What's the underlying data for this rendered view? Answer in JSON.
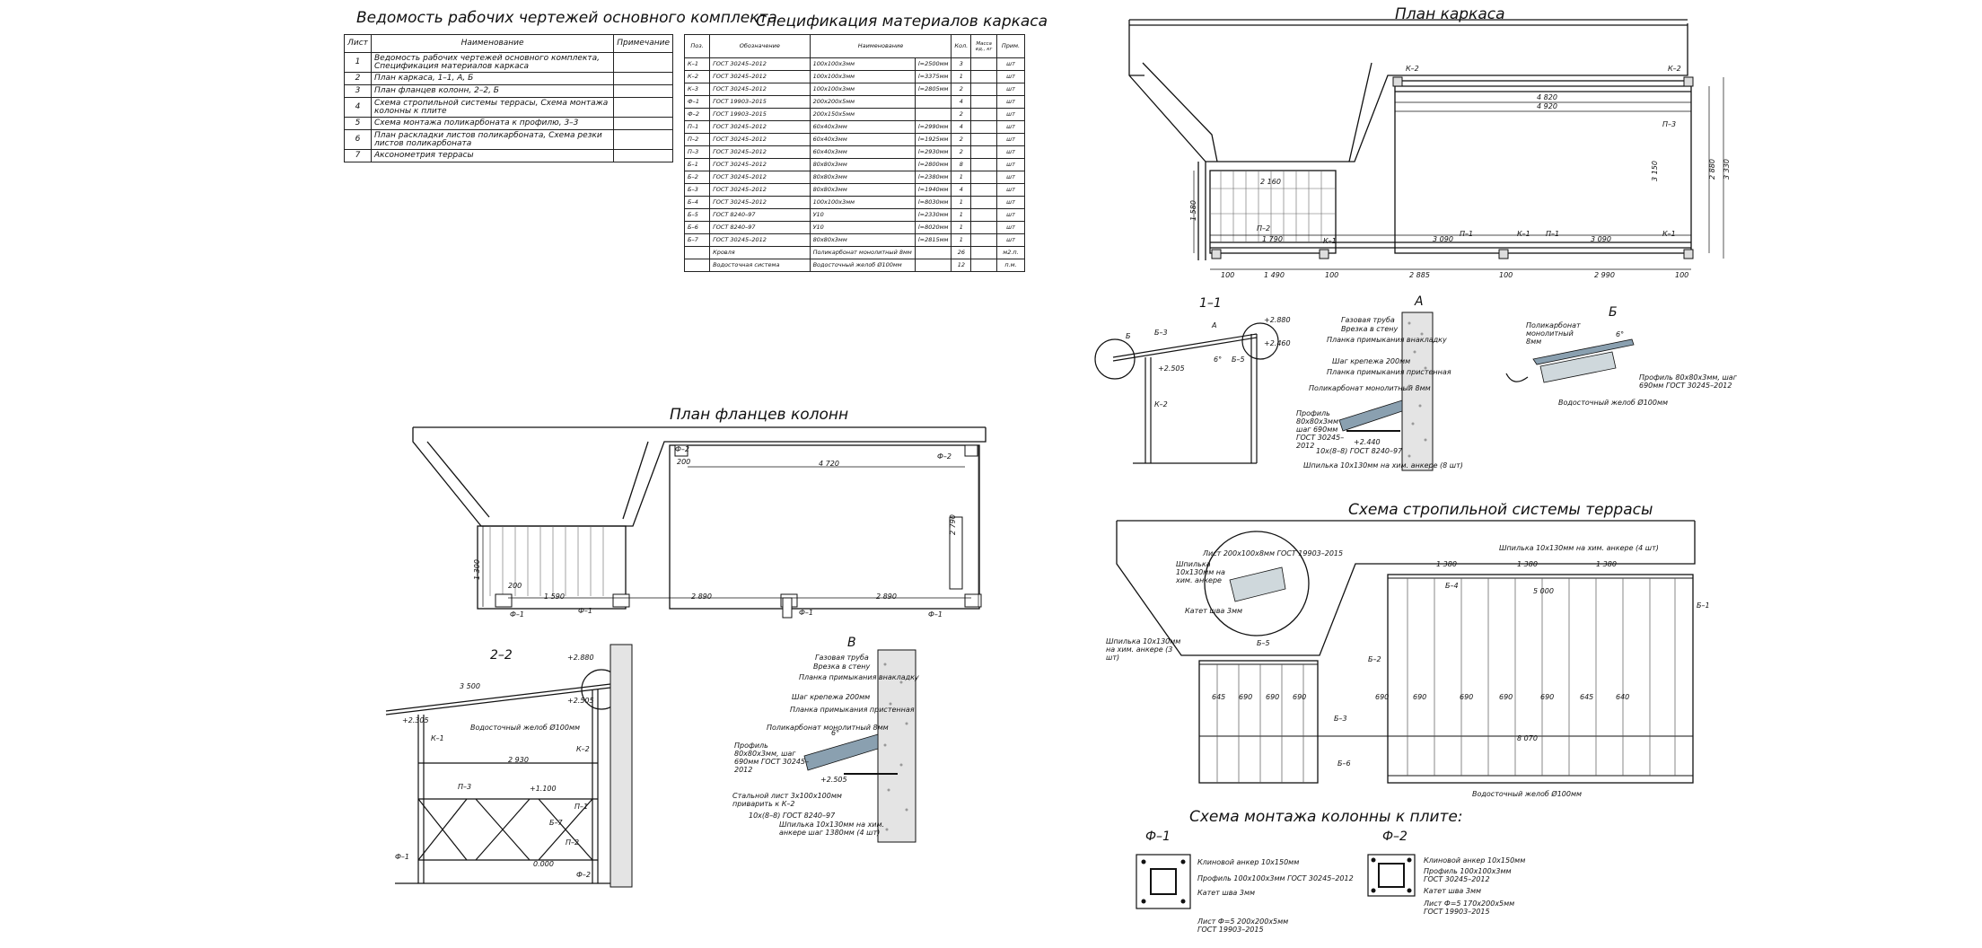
{
  "titles": {
    "drawings": "Ведомость рабочих чертежей основного комплекта",
    "spec": "Спецификация материалов каркаса",
    "frame_plan": "План каркаса",
    "flange_plan": "План фланцев колонн",
    "rafter": "Схема стропильной системы террасы",
    "mount": "Схема монтажа колонны к плите:"
  },
  "drawings_table": {
    "headers": [
      "Лист",
      "Наименование",
      "Примечание"
    ],
    "rows": [
      {
        "n": "1",
        "name": "Ведомость рабочих чертежей основного комплекта, Спецификация материалов каркаса",
        "note": ""
      },
      {
        "n": "2",
        "name": "План каркаса, 1–1, А, Б",
        "note": ""
      },
      {
        "n": "3",
        "name": "План фланцев колонн, 2–2, Б",
        "note": ""
      },
      {
        "n": "4",
        "name": "Схема стропильной системы террасы, Схема монтажа колонны к плите",
        "note": ""
      },
      {
        "n": "5",
        "name": "Схема монтажа поликарбоната к профилю, 3–3",
        "note": ""
      },
      {
        "n": "6",
        "name": "План раскладки листов поликарбоната, Схема резки листов поликарбоната",
        "note": ""
      },
      {
        "n": "7",
        "name": "Аксонометрия террасы",
        "note": ""
      }
    ]
  },
  "spec_table": {
    "headers": [
      "Поз.",
      "Обозначение",
      "Наименование",
      "Кол.",
      "Масса ед., кг",
      "Прим."
    ],
    "rows": [
      [
        "К–1",
        "ГОСТ 30245–2012",
        "100х100х3мм",
        "l=2500мм",
        "3",
        "",
        "шт"
      ],
      [
        "К–2",
        "ГОСТ 30245–2012",
        "100х100х3мм",
        "l=3375мм",
        "1",
        "",
        "шт"
      ],
      [
        "К–3",
        "ГОСТ 30245–2012",
        "100х100х3мм",
        "l=2805мм",
        "2",
        "",
        "шт"
      ],
      [
        "Ф–1",
        "ГОСТ 19903–2015",
        "200х200х5мм",
        "",
        "4",
        "",
        "шт"
      ],
      [
        "Ф–2",
        "ГОСТ 19903–2015",
        "200х150х5мм",
        "",
        "2",
        "",
        "шт"
      ],
      [
        "П–1",
        "ГОСТ 30245–2012",
        "60х40х3мм",
        "l=2990мм",
        "4",
        "",
        "шт"
      ],
      [
        "П–2",
        "ГОСТ 30245–2012",
        "60х40х3мм",
        "l=1925мм",
        "2",
        "",
        "шт"
      ],
      [
        "П–3",
        "ГОСТ 30245–2012",
        "60х40х3мм",
        "l=2930мм",
        "2",
        "",
        "шт"
      ],
      [
        "Б–1",
        "ГОСТ 30245–2012",
        "80х80х3мм",
        "l=2800мм",
        "8",
        "",
        "шт"
      ],
      [
        "Б–2",
        "ГОСТ 30245–2012",
        "80х80х3мм",
        "l=2380мм",
        "1",
        "",
        "шт"
      ],
      [
        "Б–3",
        "ГОСТ 30245–2012",
        "80х80х3мм",
        "l=1940мм",
        "4",
        "",
        "шт"
      ],
      [
        "Б–4",
        "ГОСТ 30245–2012",
        "100х100х3мм",
        "l=8030мм",
        "1",
        "",
        "шт"
      ],
      [
        "Б–5",
        "ГОСТ 8240–97",
        "У10",
        "l=2330мм",
        "1",
        "",
        "шт"
      ],
      [
        "Б–6",
        "ГОСТ 8240–97",
        "У10",
        "l=8020мм",
        "1",
        "",
        "шт"
      ],
      [
        "Б–7",
        "ГОСТ 30245–2012",
        "80х80х3мм",
        "l=2815мм",
        "1",
        "",
        "шт"
      ],
      [
        "",
        "Кровля",
        "Поликарбонат монолитный 8мм",
        "",
        "26",
        "",
        "м2.п."
      ],
      [
        "",
        "Водосточная система",
        "Водосточный желоб Ø100мм",
        "",
        "12",
        "",
        "п.м."
      ]
    ]
  },
  "frame_plan": {
    "dims_top": [
      "4 820",
      "4 920"
    ],
    "dims_bottom": [
      "100",
      "1 490",
      "100",
      "2 885",
      "100",
      "2 990",
      "100"
    ],
    "dims_mid": [
      "1 790",
      "3 090",
      "3 090"
    ],
    "dims_left": [
      "2 160",
      "1 580"
    ],
    "dims_right": [
      "3 150",
      "2 880",
      "3 330"
    ],
    "tags": [
      "К–2",
      "К–2",
      "К–1",
      "К–1",
      "К–1",
      "П–1",
      "П–1",
      "П–2",
      "П–3"
    ]
  },
  "flange_plan": {
    "dims": [
      "4 720",
      "1 590",
      "2 890",
      "2 890",
      "200",
      "200",
      "1 300",
      "2 790"
    ],
    "tags": [
      "Ф–2",
      "Ф–2",
      "Ф–1",
      "Ф–1",
      "Ф–1",
      "Ф–1"
    ]
  },
  "section_11": {
    "label": "1–1",
    "callouts": [
      "Б",
      "А",
      "Б–3",
      "Б–5",
      "К–2"
    ],
    "marks": [
      "+2.880",
      "+2.460",
      "+2.505",
      "6°"
    ]
  },
  "detail_a": {
    "label": "А",
    "notes": [
      "Газовая труба",
      "Врезка в стену",
      "Планка примыкания внакладку",
      "Шаг крепежа 200мм",
      "Планка примыкания пристенная",
      "Поликарбонат монолитный 8мм",
      "Профиль 80х80х3мм шаг 690мм ГОСТ 30245–2012",
      "+2.440",
      "10х(8–8) ГОСТ 8240–97",
      "Шпилька 10х130мм на хим. анкере (8 шт)"
    ]
  },
  "detail_b": {
    "label": "Б",
    "notes": [
      "Поликарбонат монолитный 8мм",
      "6°",
      "Профиль 80х80х3мм, шаг 690мм ГОСТ 30245–2012",
      "Водосточный желоб Ø100мм"
    ]
  },
  "section_22": {
    "label": "2–2",
    "notes": [
      "3 500",
      "+2.880",
      "+2.505",
      "+2.305",
      "Водосточный желоб Ø100мм",
      "2 930",
      "+1.100",
      "0.000",
      "К–1",
      "К–2",
      "П–3",
      "П–2",
      "Ф–1",
      "Ф–2",
      "Б–7",
      "П–1"
    ]
  },
  "detail_v": {
    "label": "В",
    "notes": [
      "Газовая труба",
      "Врезка в стену",
      "Планка примыкания внакладку",
      "Шаг крепежа 200мм",
      "Планка примыкания пристенная",
      "Поликарбонат монолитный 8мм",
      "Профиль 80х80х3мм, шаг 690мм ГОСТ 30245–2012",
      "Стальной лист 3х100х100мм приварить к К–2",
      "10х(8–8) ГОСТ 8240–97",
      "Шпилька 10х130мм на хим. анкере шаг 1380мм (4 шт)",
      "+2.505",
      "6°"
    ]
  },
  "rafter": {
    "top_dims": [
      "1 380",
      "1 380",
      "1 380"
    ],
    "mid_dims": [
      "5 000"
    ],
    "cols": [
      "645",
      "690",
      "690",
      "690",
      "690",
      "690",
      "690",
      "690",
      "690",
      "645",
      "640"
    ],
    "bottom": [
      "8 070"
    ],
    "notes": [
      "Шпилька 10х130мм на хим. анкере (4 шт)",
      "Лист 200х100х8мм ГОСТ 19903–2015",
      "Шпилька 10х130мм на хим. анкере",
      "Катет шва 3мм",
      "Шпилька 10х130мм на хим. анкере (3 шт)",
      "Водосточный желоб Ø100мм",
      "Б–4",
      "Б–5",
      "Б–2",
      "Б–3",
      "Б–6",
      "Б–1"
    ]
  },
  "mount": {
    "f1": {
      "label": "Ф–1",
      "notes": [
        "Клиновой анкер 10х150мм",
        "Профиль 100х100х3мм ГОСТ 30245–2012",
        "Катет шва 3мм",
        "Лист Ф=5 200х200х5мм ГОСТ 19903–2015"
      ]
    },
    "f2": {
      "label": "Ф–2",
      "notes": [
        "Клиновой анкер 10х150мм",
        "Профиль 100х100х3мм ГОСТ 30245–2012",
        "Катет шва 3мм",
        "Лист Ф=5 170х200х5мм ГОСТ 19903–2015"
      ]
    }
  },
  "colors": {
    "ink": "#111111",
    "paper": "#ffffff",
    "fill": "#cfd8dc",
    "hatch": "#888888"
  }
}
